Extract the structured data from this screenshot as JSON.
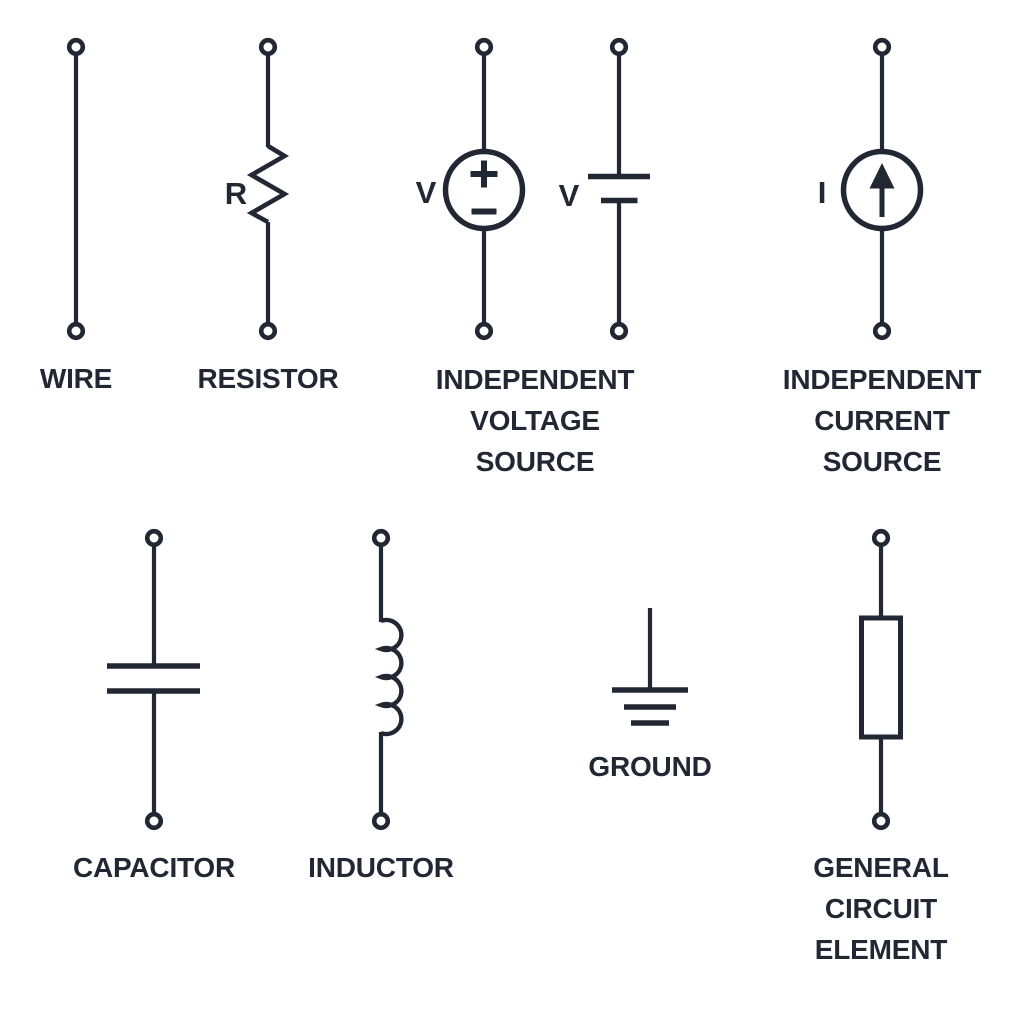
{
  "palette": {
    "ink": "#222833",
    "background": "#ffffff"
  },
  "symbols": {
    "wire": {
      "label": "WIRE"
    },
    "resistor": {
      "label": "RESISTOR",
      "letter": "R"
    },
    "independent_voltage_source": {
      "label_lines": [
        "INDEPENDENT",
        "VOLTAGE",
        "SOURCE"
      ],
      "circle_letter": "V",
      "battery_letter": "V"
    },
    "independent_current_source": {
      "label_lines": [
        "INDEPENDENT",
        "CURRENT",
        "SOURCE"
      ],
      "letter": "I"
    },
    "capacitor": {
      "label": "CAPACITOR"
    },
    "inductor": {
      "label": "INDUCTOR"
    },
    "ground": {
      "label": "GROUND"
    },
    "general_circuit_element": {
      "label_lines": [
        "GENERAL",
        "CIRCUIT",
        "ELEMENT"
      ]
    }
  },
  "icons": {
    "terminal_node": "terminal-node-icon",
    "plus": "plus-icon",
    "minus": "minus-icon",
    "current_arrow": "arrow-up-icon"
  }
}
